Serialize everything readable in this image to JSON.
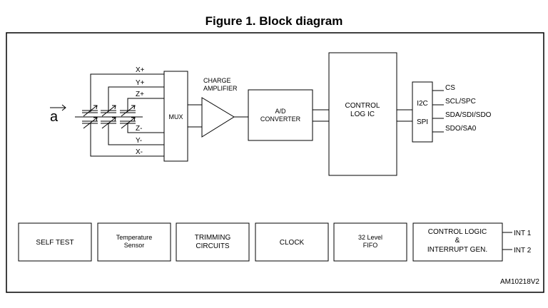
{
  "figure": {
    "title": "Figure 1. Block diagram",
    "code": "AM10218V2"
  },
  "sensor": {
    "input_symbol": "a",
    "lines": [
      "X+",
      "Y+",
      "Z+",
      "Z-",
      "Y-",
      "X-"
    ]
  },
  "blocks": {
    "mux": "MUX",
    "charge_amplifier": [
      "CHARGE",
      "AMPLIFIER"
    ],
    "adc": [
      "A/D",
      "CONVERTER"
    ],
    "control_logic": [
      "CONTROL",
      "LOG IC"
    ],
    "i2c": "I2C",
    "spi": "SPI"
  },
  "pins": {
    "cs": "CS",
    "scl_spc": "SCL/SPC",
    "sda": "SDA/SDI/SDO",
    "sdo_sa0": "SDO/SA0"
  },
  "bottom_blocks": {
    "self_test": "SELF TEST",
    "temperature_sensor": [
      "Temperature",
      "Sensor"
    ],
    "trimming": [
      "TRIMMING",
      "CIRCUITS"
    ],
    "clock": "CLOCK",
    "fifo": [
      "32 Level",
      "FIFO"
    ],
    "interrupt": [
      "CONTROL LOGIC",
      "&",
      "INTERRUPT GEN."
    ]
  },
  "interrupt_pins": [
    "INT 1",
    "INT 2"
  ]
}
